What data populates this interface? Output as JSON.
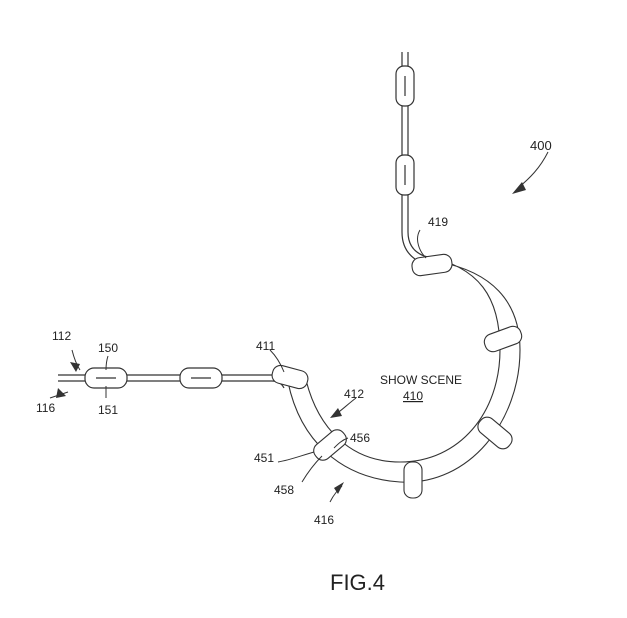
{
  "labels": {
    "system": "400",
    "track_in_a": "112",
    "track_in_b": "116",
    "vehicle_a": "150",
    "vehicle_a_sub": "151",
    "entry": "411",
    "track_curve": "412",
    "exit": "419",
    "show_scene_title": "SHOW SCENE",
    "show_scene_number": "410",
    "outer_track": "416",
    "vehicle_b_left": "451",
    "vehicle_b_right": "456",
    "vehicle_b_sub": "458"
  },
  "figure_caption": "FIG.4"
}
